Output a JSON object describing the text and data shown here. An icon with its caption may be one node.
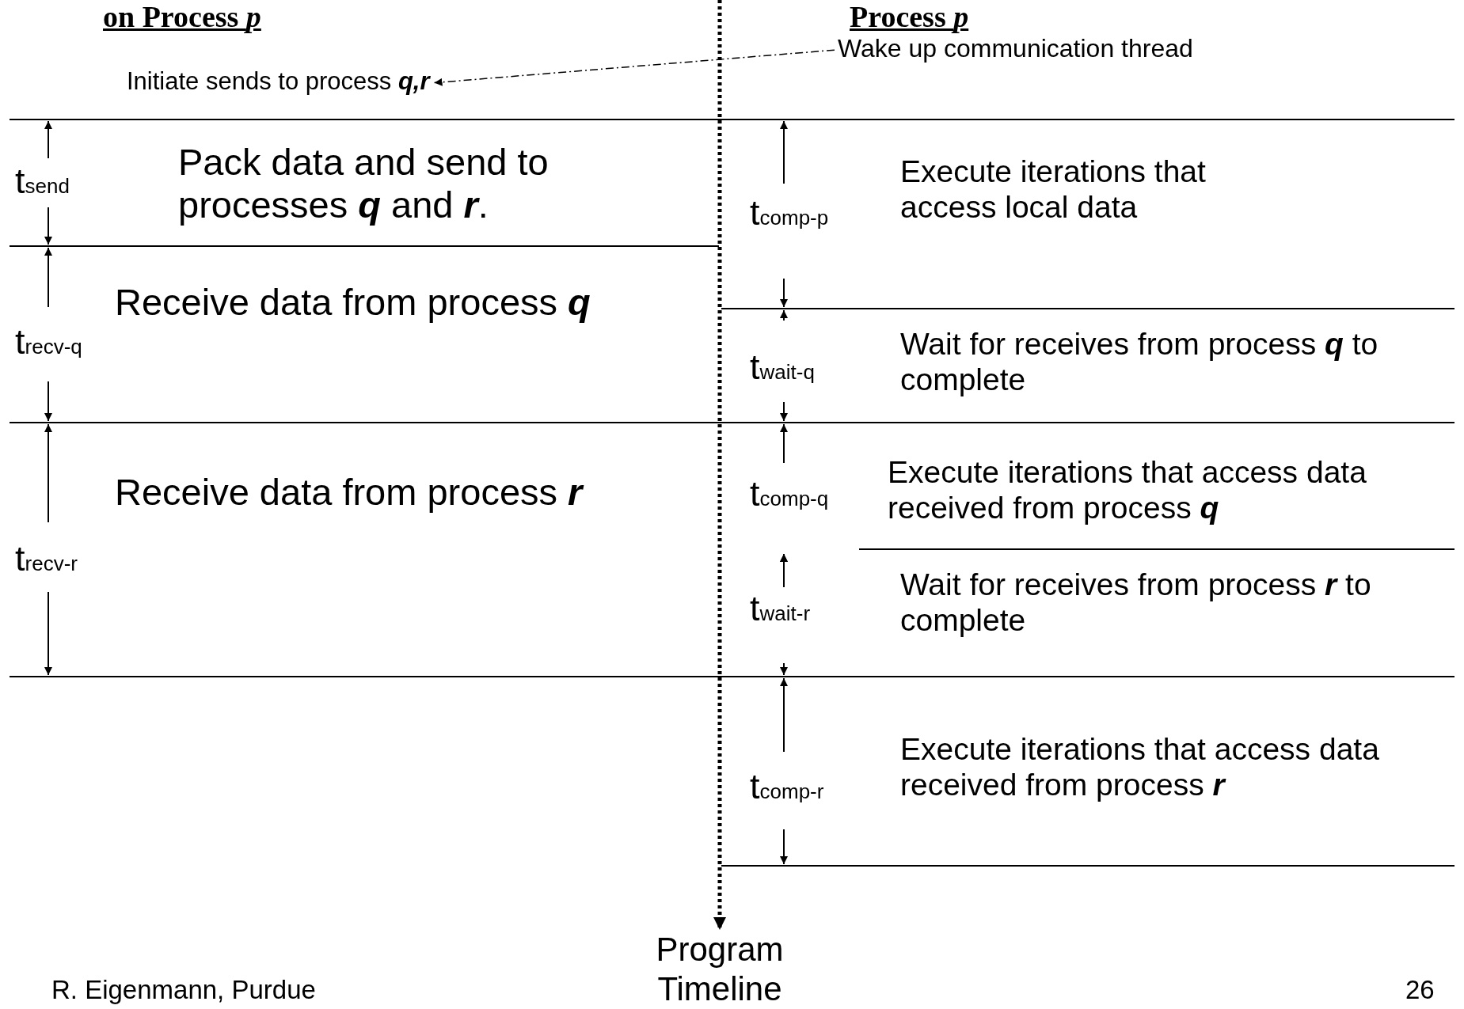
{
  "diagram": {
    "nodes": [
      {
        "text": [
          "Wake up communication thread"
        ]
      },
      {
        "text": [
          "Initiate sends to process **q,r**"
        ]
      },
      {
        "text": [
          "Program Timeline"
        ]
      }
    ],
    "edges": [
      {
        "from": 0,
        "to": 1,
        "arrow": "to",
        "style": "dashed"
      },
      {
        "from": null,
        "to": 2,
        "arrow": "to",
        "style": "dashed"
      }
    ],
    "labels": [
      "on Process *p*",
      "Process *p*",
      "t$_{send}$",
      "Pack data and send to processes **q** and **r**.",
      "t$_{comp-p}$",
      "Execute iterations that access local data",
      "Receive data from process **q**",
      "t$_{recv-q}$",
      "t$_{wait-q}$",
      "Wait for receives from process **q** to complete",
      "Receive data from process **r**",
      "t$_{comp-q}$",
      "Execute iterations that access data received from process **q**",
      "t$_{recv-r}$",
      "t$_{wait-r}$",
      "Wait for receives from process **r** to complete",
      "t$_{comp-r}$",
      "Execute iterations that access data received from process **r**",
      "R. Eigenmann, Purdue",
      "26"
    ]
  }
}
